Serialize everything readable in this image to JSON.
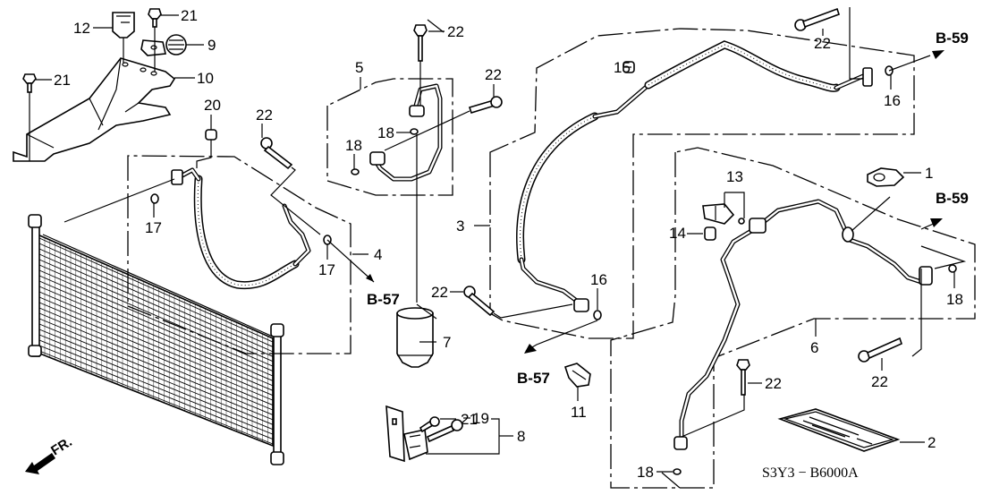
{
  "diagram": {
    "title_code": "S3Y3 − B6000A",
    "front_indicator": "FR.",
    "callouts": {
      "c1": "1",
      "c2": "2",
      "c3": "3",
      "c4": "4",
      "c5": "5",
      "c6": "6",
      "c7": "7",
      "c8": "8",
      "c9": "9",
      "c10": "10",
      "c11": "11",
      "c12": "12",
      "c13": "13",
      "c14": "14",
      "c15": "15",
      "c16a": "16",
      "c16b": "16",
      "c17a": "17",
      "c17b": "17",
      "c18a": "18",
      "c18b": "18",
      "c18c": "18",
      "c18d": "18",
      "c19": "19",
      "c20": "20",
      "c21a": "21",
      "c21b": "21",
      "c21c": "21",
      "c22a": "22",
      "c22b": "22",
      "c22c": "22",
      "c22d": "22",
      "c22e": "22",
      "c22f": "22",
      "c22g": "22"
    },
    "references": {
      "b59_top": "B-59",
      "b59_mid": "B-59",
      "b57_left": "B-57",
      "b57_mid": "B-57"
    }
  }
}
